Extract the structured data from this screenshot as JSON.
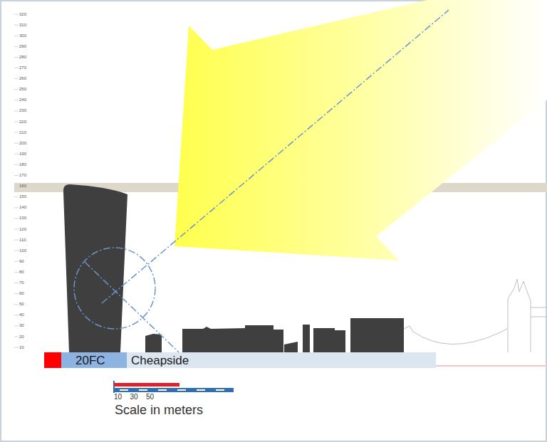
{
  "diagram": {
    "nodes": [
      {
        "text": [
          "20FC"
        ]
      },
      {
        "text": [
          "Cheapside"
        ]
      }
    ],
    "labels": [
      "320",
      "310",
      "300",
      "290",
      "280",
      "270",
      "260",
      "250",
      "240",
      "230",
      "220",
      "210",
      "200",
      "190",
      "180",
      "170",
      "160",
      "150",
      "140",
      "130",
      "120",
      "110",
      "100",
      "90",
      "80",
      "70",
      "60",
      "50",
      "40",
      "30",
      "20",
      "10",
      "10",
      "30",
      "50",
      "Scale in meters"
    ]
  }
}
